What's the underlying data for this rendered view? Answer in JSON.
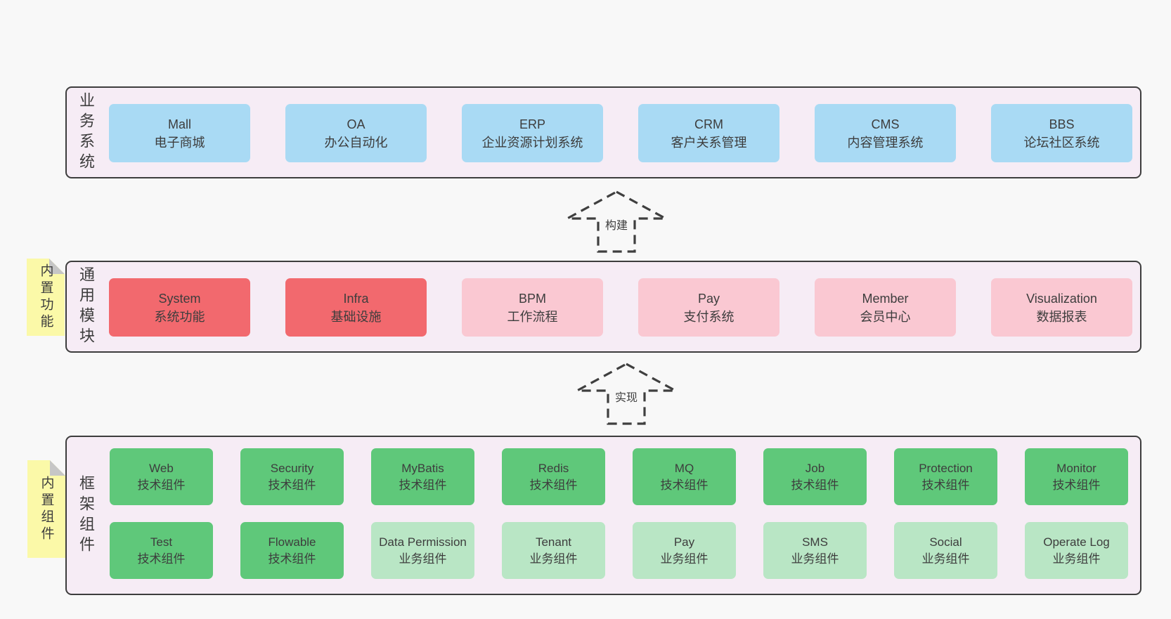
{
  "page": {
    "background": "#f8f8f8",
    "band_background": "#f6ecf5",
    "border_color": "#3d3d3d",
    "text_color": "#3d3d3d"
  },
  "colors": {
    "blue": "#a9daf4",
    "red": "#f2696e",
    "pink": "#fac8d2",
    "green": "#5fc87a",
    "lightgreen": "#b9e6c5",
    "note_yellow": "#fbf9a8",
    "note_fold_gray": "#c6c6c6"
  },
  "arrows": [
    {
      "label": "构建"
    },
    {
      "label": "实现"
    }
  ],
  "bands": [
    {
      "id": "business-systems",
      "label": "业务系统",
      "rows": [
        [
          {
            "name": "Mall",
            "subtitle": "电子商城",
            "variant": "blue"
          },
          {
            "name": "OA",
            "subtitle": "办公自动化",
            "variant": "blue"
          },
          {
            "name": "ERP",
            "subtitle": "企业资源计划系统",
            "variant": "blue"
          },
          {
            "name": "CRM",
            "subtitle": "客户关系管理",
            "variant": "blue"
          },
          {
            "name": "CMS",
            "subtitle": "内容管理系统",
            "variant": "blue"
          },
          {
            "name": "BBS",
            "subtitle": "论坛社区系统",
            "variant": "blue"
          }
        ]
      ]
    },
    {
      "id": "common-modules",
      "label": "通用模块",
      "note": "内置功能",
      "rows": [
        [
          {
            "name": "System",
            "subtitle": "系统功能",
            "variant": "red"
          },
          {
            "name": "Infra",
            "subtitle": "基础设施",
            "variant": "red"
          },
          {
            "name": "BPM",
            "subtitle": "工作流程",
            "variant": "pink"
          },
          {
            "name": "Pay",
            "subtitle": "支付系统",
            "variant": "pink"
          },
          {
            "name": "Member",
            "subtitle": "会员中心",
            "variant": "pink"
          },
          {
            "name": "Visualization",
            "subtitle": "数据报表",
            "variant": "pink"
          }
        ]
      ]
    },
    {
      "id": "framework-components",
      "label": "框架组件",
      "note": "内置组件",
      "rows": [
        [
          {
            "name": "Web",
            "subtitle": "技术组件",
            "variant": "green"
          },
          {
            "name": "Security",
            "subtitle": "技术组件",
            "variant": "green"
          },
          {
            "name": "MyBatis",
            "subtitle": "技术组件",
            "variant": "green"
          },
          {
            "name": "Redis",
            "subtitle": "技术组件",
            "variant": "green"
          },
          {
            "name": "MQ",
            "subtitle": "技术组件",
            "variant": "green"
          },
          {
            "name": "Job",
            "subtitle": "技术组件",
            "variant": "green"
          },
          {
            "name": "Protection",
            "subtitle": "技术组件",
            "variant": "green"
          },
          {
            "name": "Monitor",
            "subtitle": "技术组件",
            "variant": "green"
          }
        ],
        [
          {
            "name": "Test",
            "subtitle": "技术组件",
            "variant": "green"
          },
          {
            "name": "Flowable",
            "subtitle": "技术组件",
            "variant": "green"
          },
          {
            "name": "Data Permission",
            "subtitle": "业务组件",
            "variant": "lightgreen"
          },
          {
            "name": "Tenant",
            "subtitle": "业务组件",
            "variant": "lightgreen"
          },
          {
            "name": "Pay",
            "subtitle": "业务组件",
            "variant": "lightgreen"
          },
          {
            "name": "SMS",
            "subtitle": "业务组件",
            "variant": "lightgreen"
          },
          {
            "name": "Social",
            "subtitle": "业务组件",
            "variant": "lightgreen"
          },
          {
            "name": "Operate Log",
            "subtitle": "业务组件",
            "variant": "lightgreen"
          }
        ]
      ]
    }
  ]
}
